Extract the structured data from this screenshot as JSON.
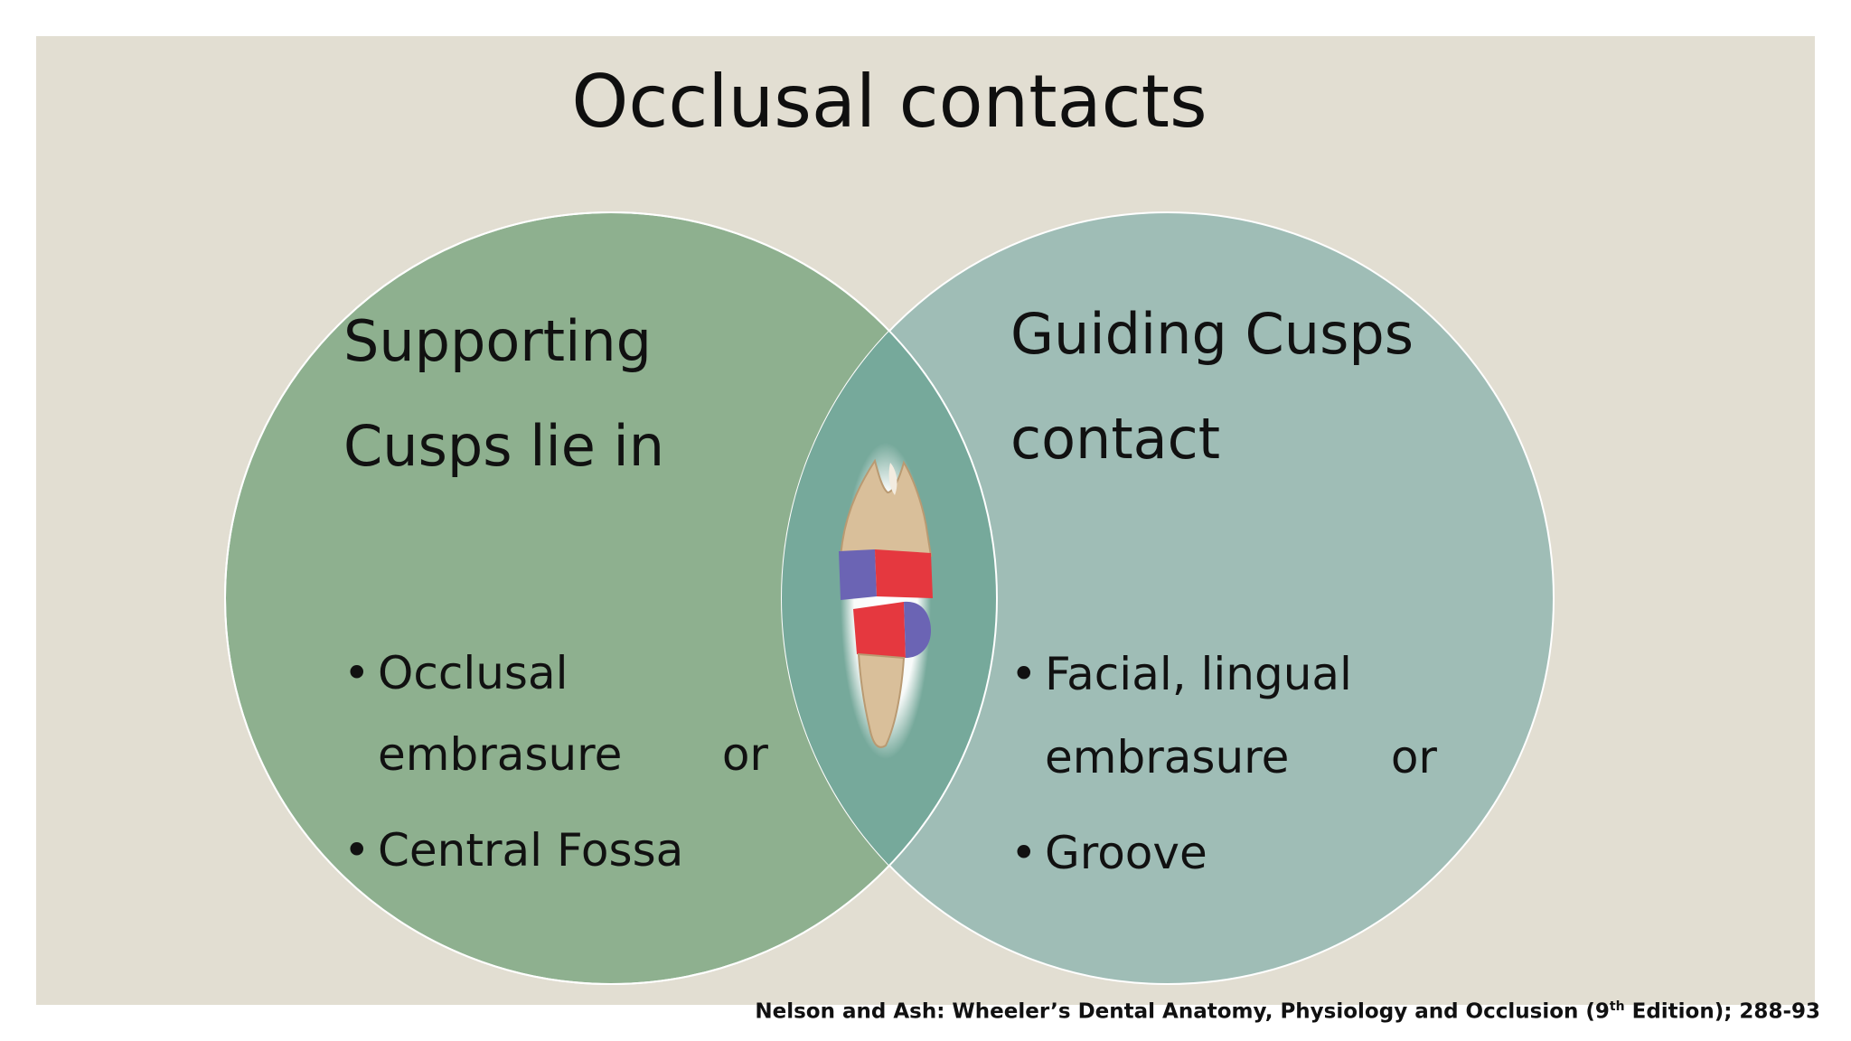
{
  "title": "Occlusal contacts",
  "left": {
    "heading": [
      "Supporting",
      "Cusps lie in"
    ],
    "bullets": [
      {
        "line1": "Occlusal",
        "line2": "embrasure",
        "conjunction": "or"
      },
      {
        "line1": "Central Fossa"
      }
    ],
    "color": "#8eb08f"
  },
  "right": {
    "heading": [
      "Guiding Cusps",
      "contact"
    ],
    "bullets": [
      {
        "line1": "Facial, lingual",
        "line2": "embrasure",
        "conjunction": "or"
      },
      {
        "line1": "Groove"
      }
    ],
    "color": "#9fbdb6"
  },
  "overlap_color": "#76a99b",
  "center_image": "tooth-contact-illustration",
  "citation": {
    "pre": "Nelson and Ash: Wheeler’s Dental Anatomy, Physiology and Occlusion (9",
    "sup": "th",
    "post": " Edition); 288-93"
  }
}
